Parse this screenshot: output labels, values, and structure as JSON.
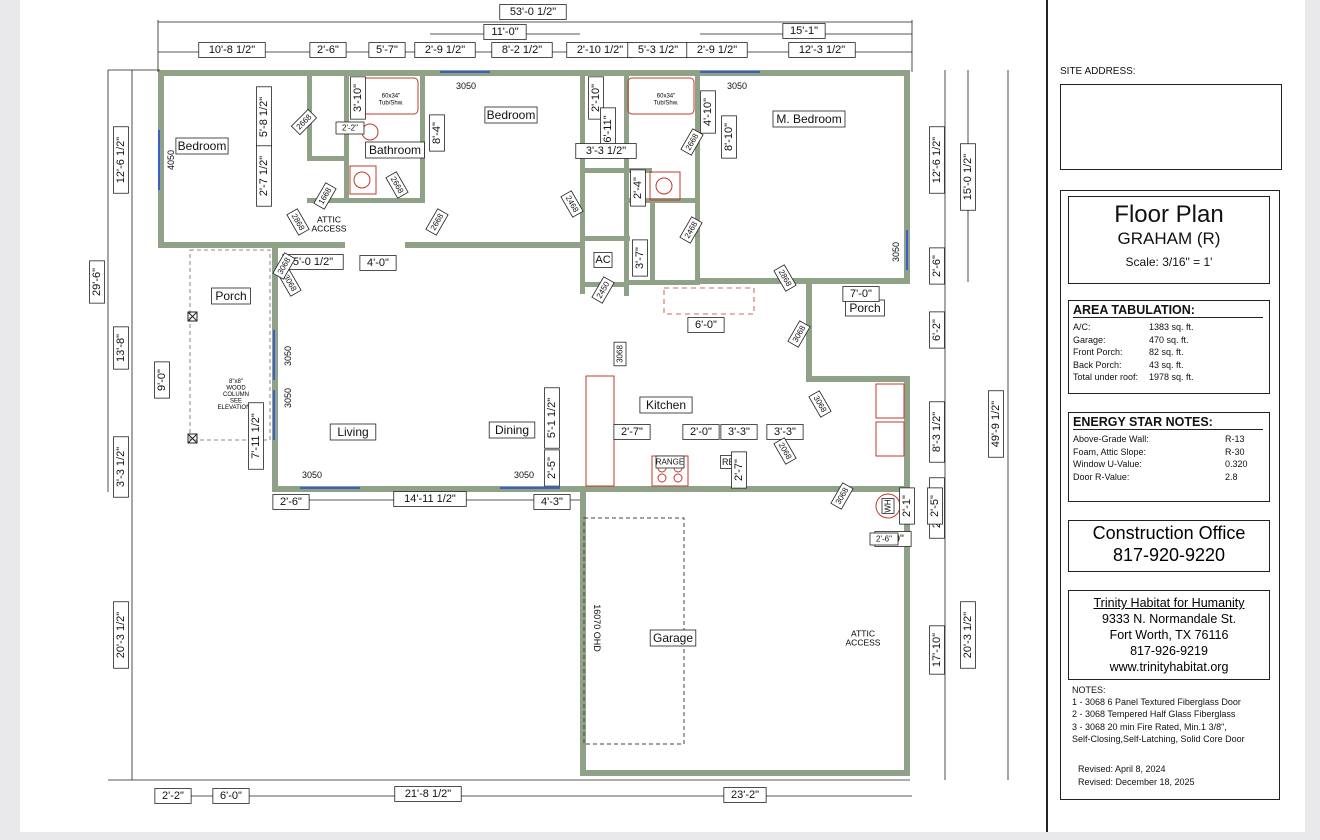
{
  "plan": {
    "rooms": [
      {
        "key": "bedroom_left",
        "label": "Bedroom"
      },
      {
        "key": "bathroom",
        "label": "Bathroom"
      },
      {
        "key": "bedroom_mid",
        "label": "Bedroom"
      },
      {
        "key": "master_bedroom",
        "label": "M. Bedroom"
      },
      {
        "key": "porch_front",
        "label": "Porch"
      },
      {
        "key": "porch_back",
        "label": "Porch"
      },
      {
        "key": "living",
        "label": "Living"
      },
      {
        "key": "dining",
        "label": "Dining"
      },
      {
        "key": "kitchen",
        "label": "Kitchen"
      },
      {
        "key": "garage",
        "label": "Garage"
      },
      {
        "key": "ac",
        "label": "AC"
      },
      {
        "key": "range",
        "label": "RANGE"
      },
      {
        "key": "refrigerator",
        "label": "REF"
      },
      {
        "key": "water_heater",
        "label": "WH"
      }
    ],
    "notes": {
      "attic_access_1": "ATTIC ACCESS",
      "attic_access_2": "ATTIC ACCESS",
      "column_note": "8\"x8\" WOOD COLUMN SEE ELEVATIONS",
      "tub_1": "60x34\" Tub/Shw.",
      "tub_2": "60x34\" Tub/Shw.",
      "garage_door": "16070 OHD"
    },
    "dims": [
      "53'-0 1/2\"",
      "11'-0\"",
      "15'-1\"",
      "10'-8 1/2\"",
      "2'-6\"",
      "5'-7\"",
      "2'-9 1/2\"",
      "8'-2 1/2\"",
      "2'-10 1/2\"",
      "5'-3 1/2\"",
      "2'-9 1/2\"",
      "12'-3 1/2\"",
      "29'-6\"",
      "12'-6 1/2\"",
      "13'-8\"",
      "3'-3 1/2\"",
      "20'-3 1/2\"",
      "9'-0\"",
      "7'-11 1/2\"",
      "49'-9 1/2\"",
      "15'-0 1/2\"",
      "12'-6 1/2\"",
      "2'-6\"",
      "6'-2\"",
      "8'-3 1/2\"",
      "2'-5 1/2\"",
      "20'-3 1/2\"",
      "17'-10\"",
      "2'-2\"",
      "6'-0\"",
      "21'-8 1/2\"",
      "23'-2\"",
      "5'-0 1/2\"",
      "4'-0\"",
      "6'-0\"",
      "7'-0\"",
      "2'-6\"",
      "14'-11 1/2\"",
      "4'-3\"",
      "2'-0\"",
      "5'-8 1/2\"",
      "2'-7 1/2\"",
      "3'-10\"",
      "8'-4\"",
      "2'-10\"",
      "6'-11\"",
      "3'-3 1/2\"",
      "4'-10\"",
      "8'-10\"",
      "2'-4\"",
      "3'-7\"",
      "5'-1 1/2\"",
      "2'-5\"",
      "2'-7\"",
      "2'-0\"",
      "3'-3\"",
      "3'-3\"",
      "2'-7\"",
      "2'-1\"",
      "2'-5\""
    ],
    "doors": [
      "2668",
      "2668",
      "1668",
      "2868",
      "3068",
      "2668",
      "2668",
      "2468",
      "2468",
      "2450",
      "2868",
      "3068",
      "3068",
      "3068",
      "3068",
      "3068",
      "2068",
      "2'-6\"",
      "2'-2\""
    ],
    "windows": [
      "3050",
      "3050",
      "3050",
      "3050",
      "3050",
      "3050",
      "4050",
      "3050"
    ]
  },
  "title_block": {
    "site_address_label": "SITE ADDRESS:",
    "title": "Floor Plan",
    "plan_name": "GRAHAM (R)",
    "scale": "Scale: 3/16\" = 1'",
    "area_header": "AREA TABULATION:",
    "area": [
      {
        "label": "A/C:",
        "value": "1383 sq. ft."
      },
      {
        "label": "Garage:",
        "value": "470 sq. ft."
      },
      {
        "label": "Front Porch:",
        "value": "82 sq. ft."
      },
      {
        "label": "Back Porch:",
        "value": "43 sq. ft."
      },
      {
        "label": "Total under roof:",
        "value": "1978 sq. ft."
      }
    ],
    "energy_header": "ENERGY STAR NOTES:",
    "energy": [
      {
        "label": "Above-Grade Wall:",
        "value": "R-13"
      },
      {
        "label": "Foam, Attic Slope:",
        "value": "R-30"
      },
      {
        "label": "Window U-Value:",
        "value": "0.320"
      },
      {
        "label": "Door R-Value:",
        "value": "2.8"
      }
    ],
    "construction_label": "Construction Office",
    "construction_phone": "817-920-9220",
    "org_name": "Trinity Habitat for Humanity",
    "org_address1": "9333 N. Normandale St.",
    "org_address2": "Fort Worth, TX 76116",
    "org_phone": "817-926-9219",
    "org_web": "www.trinityhabitat.org",
    "notes_header": "NOTES:",
    "notes": [
      "1 - 3068 6 Panel Textured Fiberglass Door",
      "2 - 3068 Tempered Half Glass Fiberglass",
      "3 - 3068 20 min Fire Rated, Min.1 3/8\",",
      "Self-Closing,Self-Latching, Solid Core Door"
    ],
    "revised_1": "Revised: April 8, 2024",
    "revised_2": "Revised: December 18, 2025"
  },
  "colors": {
    "wall": "#8fa287",
    "fixture": "#c0392b",
    "window": "#3a5fcd",
    "line": "#222222"
  }
}
